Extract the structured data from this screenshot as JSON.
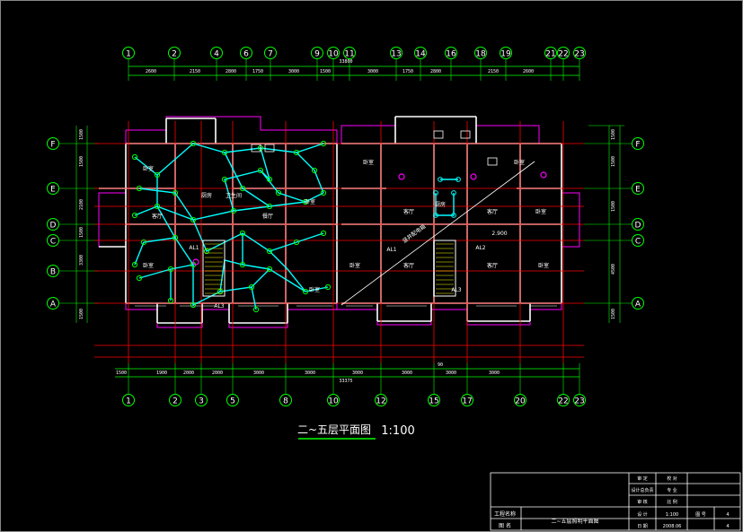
{
  "drawing": {
    "title": "二~五层平面图",
    "scale": "1:100",
    "top_total_dim": "33800",
    "bottom_total_dim": "33375",
    "mid_mark": "90"
  },
  "grid_top": [
    "1",
    "2",
    "4",
    "6",
    "7",
    "9",
    "10",
    "11",
    "13",
    "14",
    "16",
    "18",
    "19",
    "21",
    "22",
    "23"
  ],
  "grid_bottom": [
    "1",
    "2",
    "3",
    "5",
    "8",
    "10",
    "12",
    "15",
    "17",
    "20",
    "22",
    "23"
  ],
  "grid_rows_left": [
    "F",
    "E",
    "D",
    "C",
    "B",
    "A"
  ],
  "grid_rows_right": [
    "F",
    "E",
    "D",
    "C",
    "A"
  ],
  "top_dims": [
    "2600",
    "2150",
    "2800",
    "1750",
    "3000",
    "1500",
    "3000",
    "1750",
    "2800",
    "2150",
    "2600"
  ],
  "bottom_dims": [
    "1500",
    "1900",
    "2000",
    "2000",
    "3000",
    "3000",
    "3000",
    "3000",
    "3000",
    "3000"
  ],
  "left_dims": [
    "1500",
    "1500",
    "2100",
    "1500",
    "3300",
    "1500"
  ],
  "right_dims": [
    "1500",
    "1500",
    "1500",
    "4500",
    "1500"
  ],
  "rooms": {
    "bedroom": "卧室",
    "living": "客厅",
    "kitchen": "厨房",
    "bath": "卫生间",
    "dining": "餐厅"
  },
  "annotations": {
    "diag_note": "竖井配电箱",
    "al1": "AL1",
    "al2": "AL2",
    "al3": "AL3",
    "elev": "2.900"
  },
  "title_block": {
    "project_label": "工程名称",
    "drawing_label": "图 名",
    "drawing_name": "二~五层照明平面图",
    "scale_value": "1:100",
    "date_value": "2008.06",
    "sheet_total": "4",
    "sheet_no": "4",
    "cells": [
      "审 定",
      "设计总负责",
      "审 核",
      "校 对",
      "设 计",
      "日 期",
      "专 业",
      "比 例",
      "图 号"
    ]
  },
  "colors": {
    "wall": "#ffffff",
    "axis": "#ff0000",
    "wiring": "#00ffff",
    "annotation": "#00ff00",
    "magenta": "#ff00ff",
    "fixture": "#00ff00",
    "frame": "#ffffff"
  }
}
